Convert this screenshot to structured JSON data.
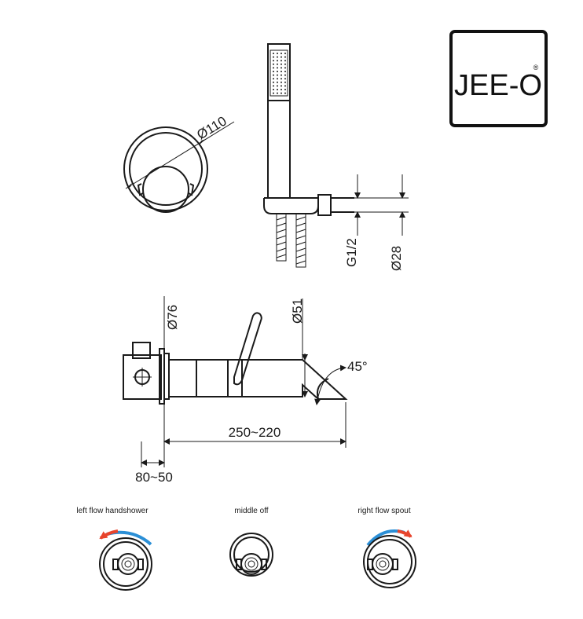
{
  "logo": {
    "brand": "JEE-O",
    "mark": "®"
  },
  "dimensions": {
    "ring_diameter": "Ø110",
    "thread": "G1/2",
    "holder_diameter": "Ø28",
    "body_diameter": "Ø76",
    "spout_diameter": "Ø51",
    "angle": "45°",
    "length": "250~220",
    "depth": "80~50"
  },
  "positions": [
    {
      "label": "left flow handshower"
    },
    {
      "label": "middle off"
    },
    {
      "label": "right flow spout"
    }
  ],
  "colors": {
    "line": "#1a1a1a",
    "hot": "#e8442c",
    "cold": "#2b8fd6"
  }
}
